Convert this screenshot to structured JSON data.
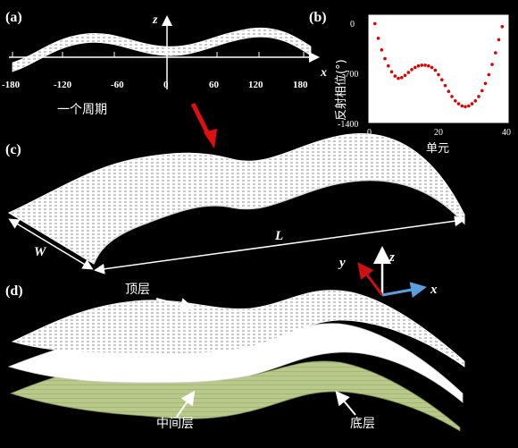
{
  "panels": {
    "a": {
      "label": "(a)",
      "z_axis": "z",
      "x_axis": "x",
      "ticks": [
        "-180",
        "-120",
        "-60",
        "0",
        "60",
        "120",
        "180"
      ],
      "caption": "一个周期"
    },
    "b": {
      "label": "(b)"
    },
    "c": {
      "label": "(c)",
      "dim_w": "W",
      "dim_l": "L"
    },
    "d": {
      "label": "(d)",
      "top_layer": "顶层",
      "middle_layer": "中间层",
      "bottom_layer": "底层"
    },
    "axes": {
      "x": "x",
      "y": "y",
      "z": "z"
    }
  },
  "colors": {
    "x_arrow": "#5aa0e0",
    "y_arrow": "#d01010",
    "z_arrow": "#ffffff",
    "pointer": "#e01010",
    "bottom_layer": "#b8c98a",
    "chart_marker": "#e00000"
  },
  "chart_data": {
    "type": "scatter",
    "xlabel": "单元",
    "ylabel": "反射相位(°)",
    "xlim": [
      0,
      40
    ],
    "ylim": [
      -1400,
      0
    ],
    "xticks": [
      "0",
      "20",
      "40"
    ],
    "yticks": [
      "0",
      "-700",
      "-1400"
    ],
    "x": [
      1,
      2,
      3,
      4,
      5,
      6,
      7,
      8,
      9,
      10,
      11,
      12,
      13,
      14,
      15,
      16,
      17,
      18,
      19,
      20,
      21,
      22,
      23,
      24,
      25,
      26,
      27,
      28,
      29,
      30,
      31,
      32,
      33,
      34,
      35,
      36,
      37,
      38,
      39
    ],
    "y": [
      -80,
      -280,
      -440,
      -560,
      -660,
      -740,
      -800,
      -830,
      -820,
      -790,
      -750,
      -710,
      -680,
      -660,
      -650,
      -650,
      -660,
      -680,
      -720,
      -780,
      -850,
      -930,
      -1010,
      -1080,
      -1140,
      -1180,
      -1210,
      -1220,
      -1210,
      -1180,
      -1140,
      -1080,
      -1000,
      -900,
      -780,
      -640,
      -480,
      -300,
      -120
    ]
  }
}
